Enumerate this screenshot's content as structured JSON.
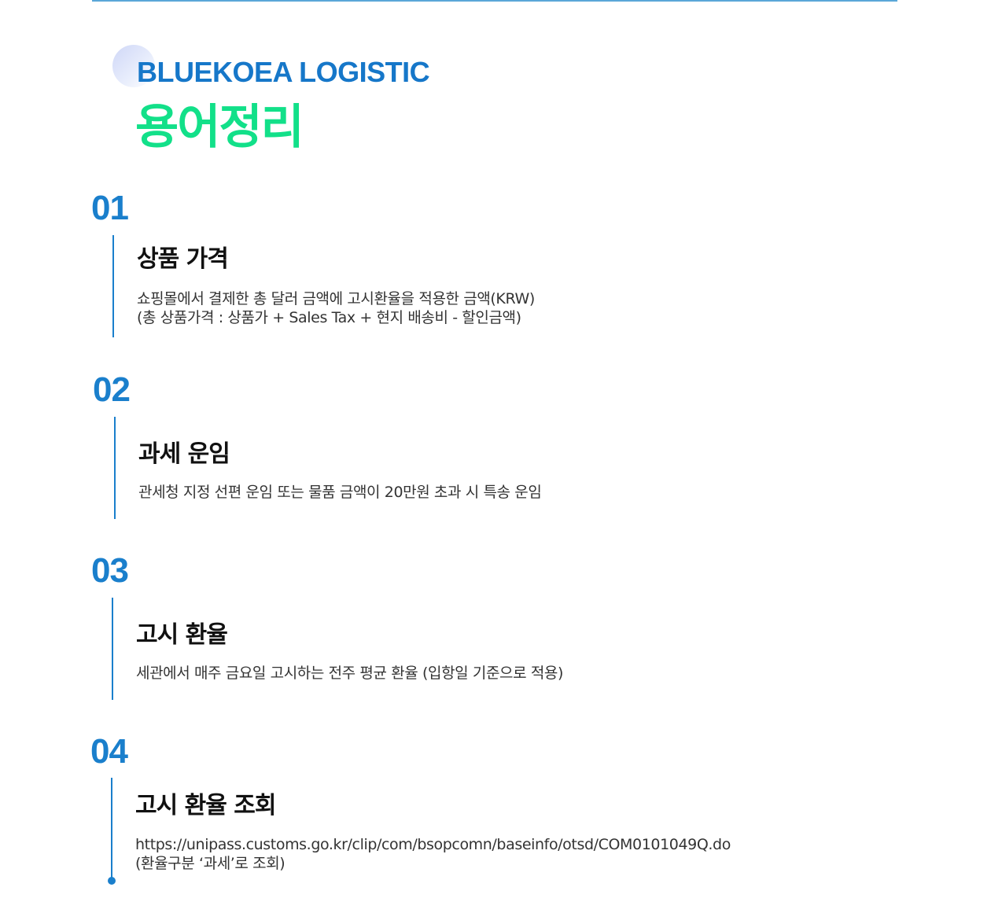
{
  "header": {
    "brand": "BLUEKOEA LOGISTIC",
    "title": "용어정리"
  },
  "sections": [
    {
      "number": "01",
      "title": "상품 가격",
      "lines": [
        "쇼핑몰에서 결제한 총 달러 금액에 고시환율을 적용한 금액(KRW)",
        "(총 상품가격 : 상품가 + Sales Tax + 현지 배송비 - 할인금액)"
      ]
    },
    {
      "number": "02",
      "title": "과세 운임",
      "lines": [
        "관세청 지정 선편 운임 또는 물품 금액이 20만원 초과 시 특송 운임"
      ]
    },
    {
      "number": "03",
      "title": "고시 환율",
      "lines": [
        "세관에서 매주 금요일 고시하는 전주 평균 환율 (입항일 기준으로 적용)"
      ]
    },
    {
      "number": "04",
      "title": "고시 환율 조회",
      "lines": [
        "https://unipass.customs.go.kr/clip/com/bsopcomn/baseinfo/otsd/COM0101049Q.do",
        "(환율구분 ‘과세’로 조회)"
      ]
    }
  ],
  "colors": {
    "brand": "#1677c9",
    "title": "#12e089",
    "accent": "#1a7fcc"
  }
}
